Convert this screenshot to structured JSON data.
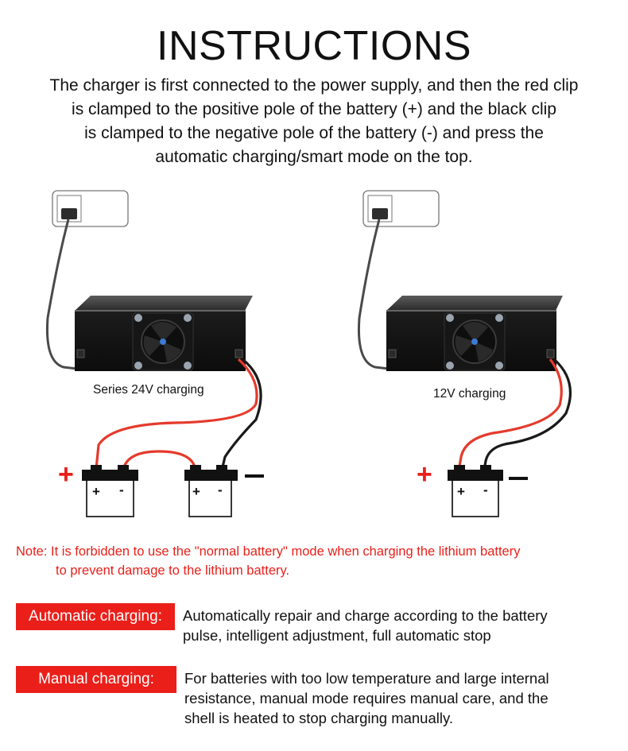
{
  "title": "INSTRUCTIONS",
  "intro_lines": [
    "The charger is first connected to the power supply, and then the red clip",
    "is clamped to the positive pole of the battery (+) and the black clip",
    "is clamped to the negative pole of the battery (-) and press the",
    "automatic charging/smart mode on the top."
  ],
  "diagrams": {
    "left_label": "Series 24V charging",
    "right_label": "12V charging",
    "plus": "+",
    "minus": "-"
  },
  "note": {
    "line1": "Note: It is forbidden to use the \"normal battery\" mode when charging the lithium battery",
    "line2": "to prevent damage to the lithium battery."
  },
  "modes": [
    {
      "label": "Automatic charging:",
      "desc_lines": [
        "Automatically repair and charge according to the battery",
        "pulse, intelligent adjustment, full automatic stop"
      ]
    },
    {
      "label": "Manual charging:",
      "desc_lines": [
        "For batteries with too low temperature and large internal",
        "resistance, manual mode requires manual care, and the",
        "shell is heated to stop charging manually."
      ]
    }
  ],
  "colors": {
    "accent_red": "#ea1f1a",
    "wire_red": "#e53a2c",
    "wire_black": "#1a1a1a"
  }
}
